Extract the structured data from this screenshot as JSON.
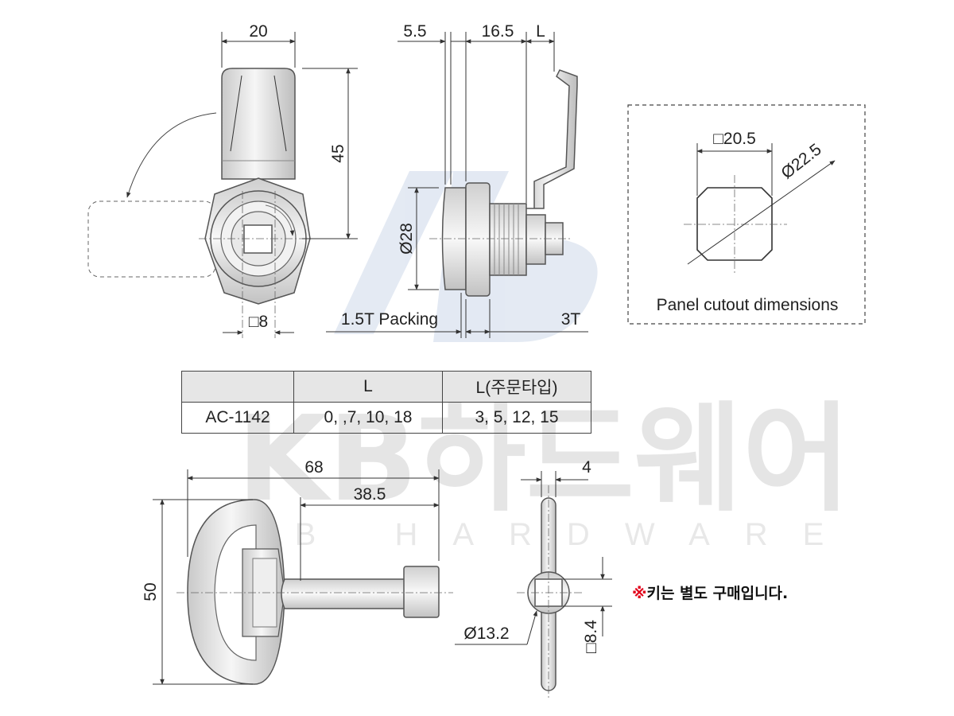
{
  "watermark": {
    "brand_main": "KB하드웨어",
    "brand_sub": "KB HARDWARE",
    "logo": "KB"
  },
  "front_view": {
    "width_dim": "20",
    "height_dim": "45",
    "key_square": "□8"
  },
  "side_view": {
    "flange_dim": "5.5",
    "body_dim": "16.5",
    "cam_dim": "L",
    "diameter_dim": "Ø28",
    "packing_label": "1.5T Packing",
    "thickness_label": "3T"
  },
  "panel_cutout": {
    "square_dim": "□20.5",
    "diameter_dim": "Ø22.5",
    "caption": "Panel cutout dimensions"
  },
  "spec_table": {
    "headers": [
      "",
      "L",
      "L(주문타입)"
    ],
    "rows": [
      {
        "model": "AC-1142",
        "l": "0, ,7, 10, 18",
        "l_order": "3, 5, 12, 15"
      }
    ]
  },
  "key_view": {
    "length_dim": "68",
    "shaft_dim": "38.5",
    "height_dim": "50",
    "thickness_dim": "4",
    "diameter_dim": "Ø13.2",
    "square_dim": "□8.4"
  },
  "note": {
    "mark": "※",
    "text": "키는 별도 구매입니다."
  },
  "colors": {
    "line": "#333333",
    "part": "#555555",
    "note_mark": "#e2001a",
    "table_header": "#e6e6e6",
    "watermark": "#9a9a9a"
  }
}
